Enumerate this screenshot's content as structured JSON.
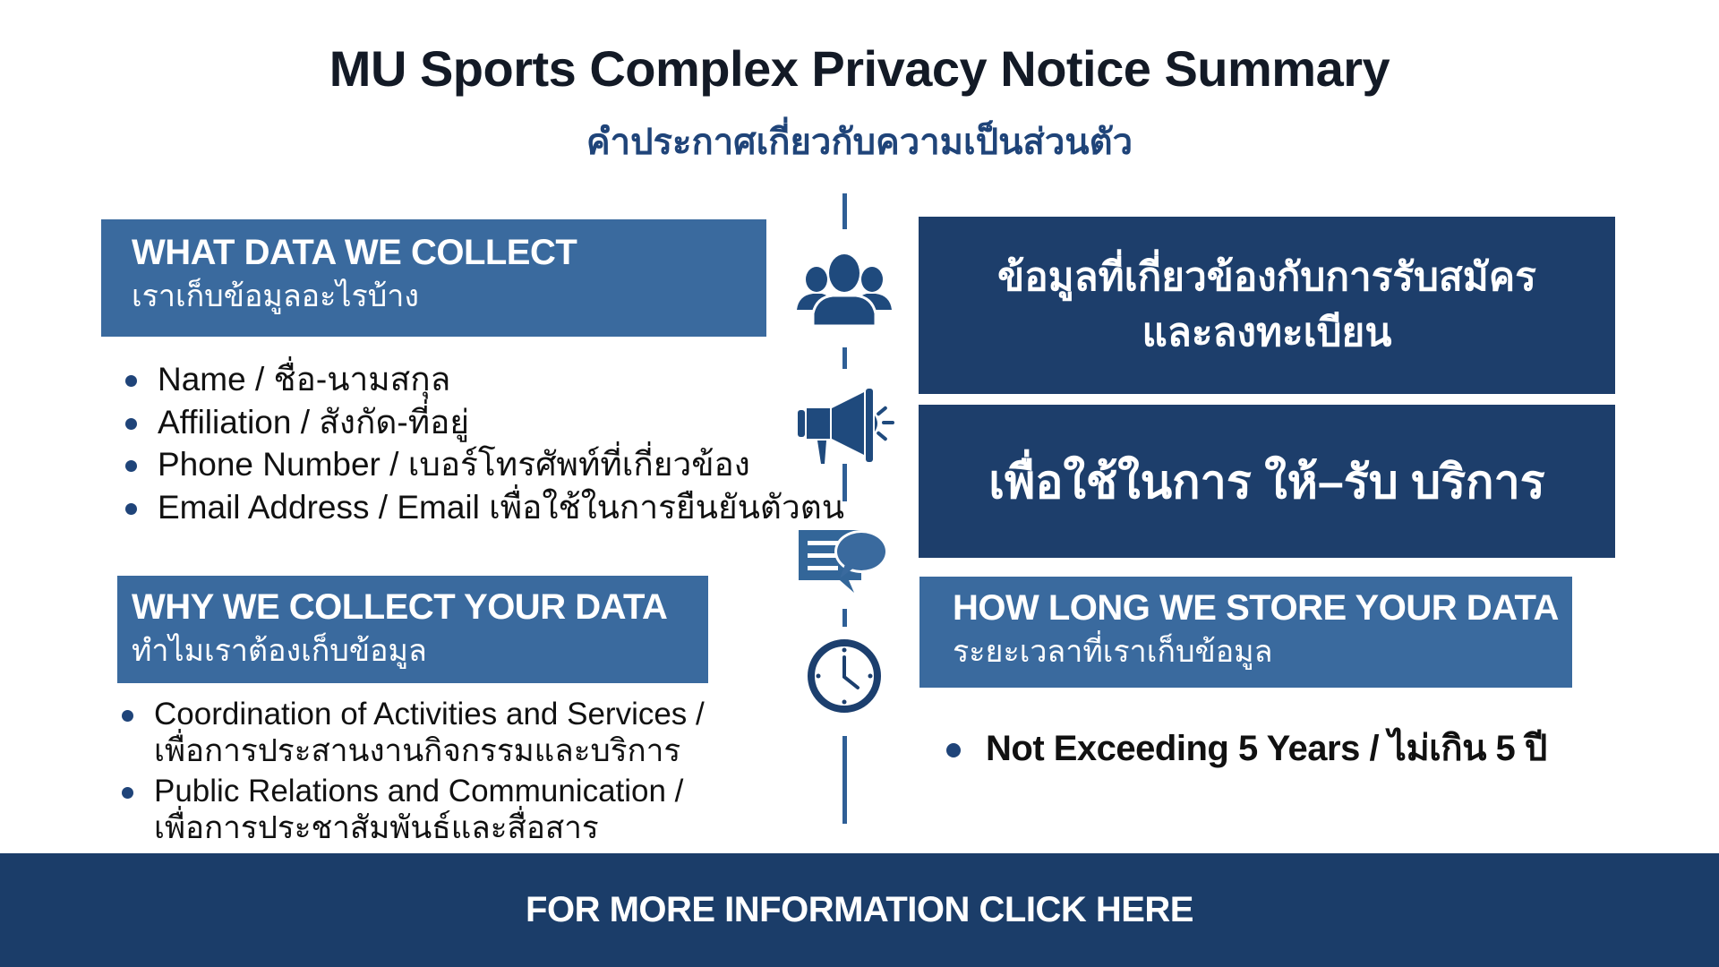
{
  "header": {
    "title": "MU Sports Complex Privacy Notice Summary",
    "subtitle_th": "คำประกาศเกี่ยวกับความเป็นส่วนตัว"
  },
  "sections": {
    "what": {
      "heading_en": "WHAT DATA WE COLLECT",
      "heading_th": "เราเก็บข้อมูลอะไรบ้าง",
      "items": [
        "Name /  ชื่อ-นามสกุล",
        "Affiliation / สังกัด-ที่อยู่",
        "Phone Number / เบอร์โทรศัพท์ที่เกี่ยวข้อง",
        "Email Address / Email เพื่อใช้ในการยืนยันตัวตน"
      ]
    },
    "why": {
      "heading_en": "WHY WE COLLECT YOUR DATA",
      "heading_th": "ทำไมเราต้องเก็บข้อมูล",
      "items": [
        {
          "en": "Coordination of Activities and Services /",
          "th": "เพื่อการประสานงานกิจกรรมและบริการ"
        },
        {
          "en": "Public Relations and Communication /",
          "th": "เพื่อการประชาสัมพันธ์และสื่อสาร"
        }
      ]
    },
    "how_long": {
      "heading_en": "HOW LONG WE STORE YOUR DATA",
      "heading_th": "ระยะเวลาที่เราเก็บข้อมูล",
      "items": [
        "Not Exceeding 5 Years / ไม่เกิน 5 ปี"
      ]
    },
    "highlights": {
      "box1_line1": "ข้อมูลที่เกี่ยวข้องกับการรับสมัคร",
      "box1_line2": "และลงทะเบียน",
      "box2": "เพื่อใช้ในการ ให้–รับ บริการ"
    }
  },
  "timeline_icons": [
    "people-group-icon",
    "megaphone-icon",
    "chat-bubbles-icon",
    "clock-icon"
  ],
  "footer": {
    "cta_label": "FOR MORE INFORMATION CLICK HERE"
  },
  "colors": {
    "header_box": "#3a6a9e",
    "dark_box": "#1d3e6b",
    "footer": "#1b3d69",
    "accent_text": "#1f4479",
    "title_text": "#131a26"
  }
}
